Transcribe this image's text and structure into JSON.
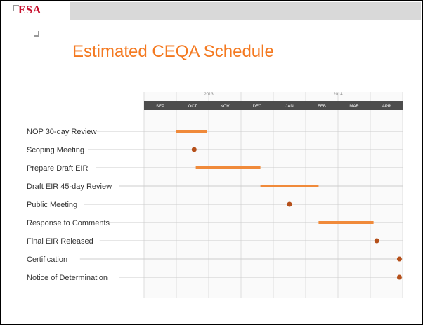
{
  "slide": {
    "logo": "ESA",
    "title": "Estimated CEQA Schedule"
  },
  "chart_data": {
    "type": "gantt",
    "years": [
      {
        "label": "2013",
        "start": 0,
        "end": 4
      },
      {
        "label": "2014",
        "start": 4,
        "end": 8
      }
    ],
    "months": [
      "SEP",
      "OCT",
      "NOV",
      "DEC",
      "JAN",
      "FEB",
      "MAR",
      "APR"
    ],
    "tasks": [
      {
        "label": "NOP 30-day Review",
        "kind": "bar",
        "start": 1.0,
        "end": 1.95
      },
      {
        "label": "Scoping Meeting",
        "kind": "milestone",
        "at": 1.55
      },
      {
        "label": "Prepare Draft EIR",
        "kind": "bar",
        "start": 1.6,
        "end": 3.6
      },
      {
        "label": "Draft EIR 45-day Review",
        "kind": "bar",
        "start": 3.6,
        "end": 5.4
      },
      {
        "label": "Public Meeting",
        "kind": "milestone",
        "at": 4.5
      },
      {
        "label": "Response to Comments",
        "kind": "bar",
        "start": 5.4,
        "end": 7.1
      },
      {
        "label": "Final EIR Released",
        "kind": "milestone",
        "at": 7.2
      },
      {
        "label": "Certification",
        "kind": "milestone",
        "at": 7.9
      },
      {
        "label": "Notice of Determination",
        "kind": "milestone",
        "at": 7.9
      }
    ],
    "colors": {
      "bar": "#f08a3a",
      "milestone": "#b5501a",
      "header": "#4d4d4d",
      "grid": "#dddddd"
    }
  }
}
